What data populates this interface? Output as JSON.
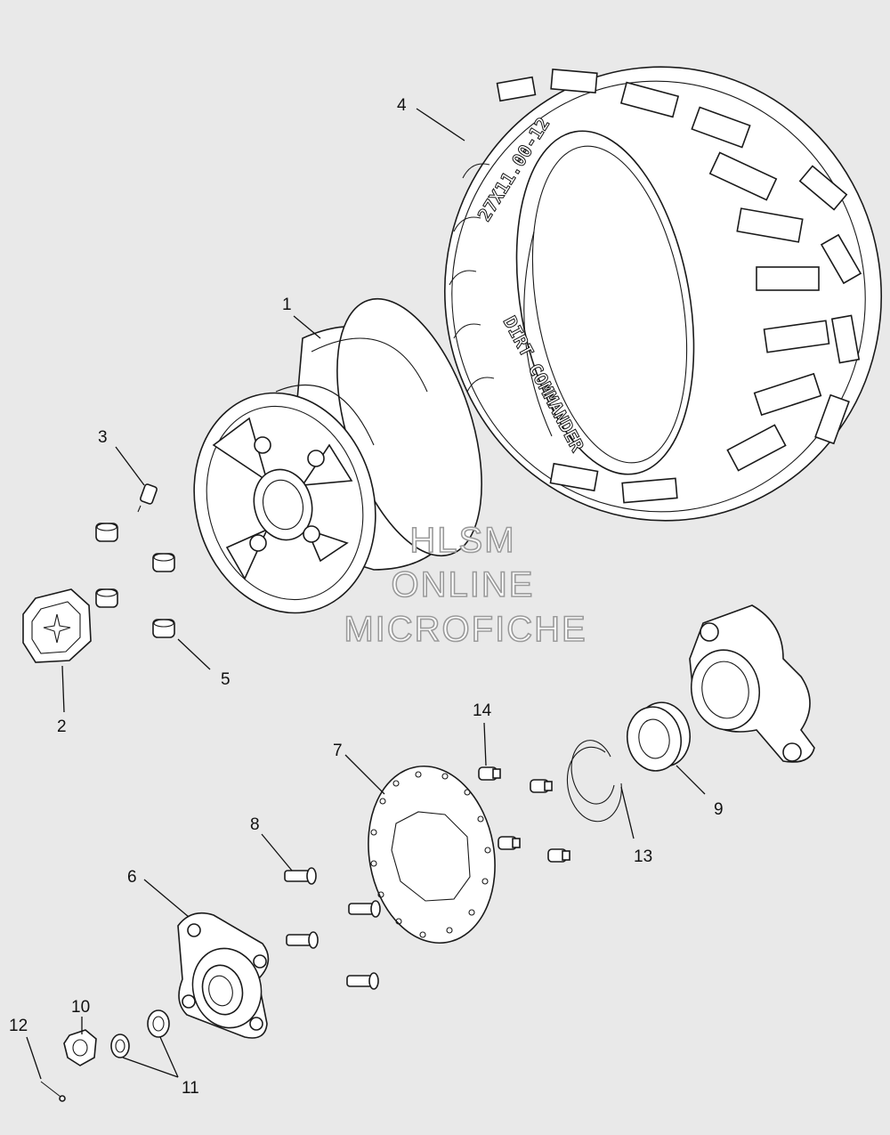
{
  "callouts": {
    "c1": "1",
    "c2": "2",
    "c3": "3",
    "c4": "4",
    "c5": "5",
    "c6": "6",
    "c7": "7",
    "c8": "8",
    "c9": "9",
    "c10": "10",
    "c11": "11",
    "c12": "12",
    "c13": "13",
    "c14": "14"
  },
  "tire": {
    "size_marking": "27X11.00-12",
    "brand_marking": "DIRT COMMANDER"
  },
  "watermark": {
    "line1": "HLSM",
    "line2": "ONLINE",
    "line3": "MICROFICHE"
  },
  "colors": {
    "background": "#e9e9e9",
    "part_fill": "#ffffff",
    "line": "#1a1a1a",
    "watermark_stroke": "#9a9a9a"
  }
}
